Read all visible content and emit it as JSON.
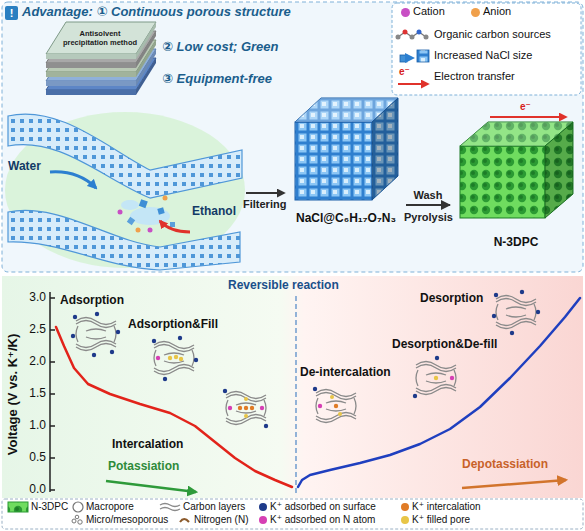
{
  "diagram": {
    "nodes": [
      {
        "text": [
          "Antisolvent precipitation method"
        ]
      },
      {
        "text": [
          "NaCl@C₆H₁₇O₇N₃"
        ]
      },
      {
        "text": [
          "N-3DPC"
        ]
      }
    ],
    "edges": [
      {
        "from": 1,
        "to": 2,
        "arrow": "to",
        "label": "Wash"
      }
    ],
    "labels": [
      "!",
      "Advantage: ① Continuous porous structure",
      "② Low cost; Green",
      "③ Equipment-free",
      "Water",
      "Ethanol",
      "Filtering",
      "Pyrolysis",
      "e⁻",
      "e⁻",
      "Voltage (V vs. K⁺/K)",
      "3.0",
      "2.5",
      "2.0",
      "1.5",
      "1.0",
      "0.5",
      "0.0",
      "Reversible reaction",
      "Adsorption",
      "Adsorption&Fill",
      "Intercalation",
      "Potassiation",
      "De-intercalation",
      "Desorption&De-fill",
      "Desorption",
      "Depotassiation"
    ],
    "legend": [
      {
        "text": "Cation",
        "color": "#c84fc4"
      },
      {
        "text": "Anion",
        "color": "#f0a04b"
      },
      {
        "text": "Organic carbon sources"
      },
      {
        "text": "Increased NaCl size"
      },
      {
        "text": "Electron transfer"
      },
      {
        "text": "N-3DPC"
      },
      {
        "text": "Macropore"
      },
      {
        "text": "Carbon layers"
      },
      {
        "text": "K⁺ adsorbed on surface",
        "color": "#1e3a8a"
      },
      {
        "text": "K⁺ intercalation",
        "color": "#e07b26"
      },
      {
        "text": "Micro/mesoporous"
      },
      {
        "text": "Nitrogen (N)"
      },
      {
        "text": "K⁺ adsorbed on N atom",
        "color": "#d63fb4"
      },
      {
        "text": "K⁺ filled pore",
        "color": "#e8c547"
      }
    ]
  }
}
